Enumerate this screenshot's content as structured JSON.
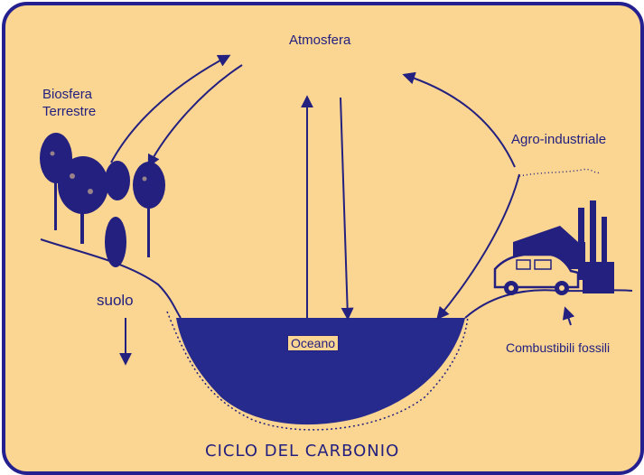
{
  "labels": {
    "atmosphere": "Atmosfera",
    "terrestrial_biosphere": "Biosfera\nTerrestre",
    "agro_industrial": "Agro-industriale",
    "soil": "suolo",
    "ocean": "Oceano",
    "fossil_fuels": "Combustibili fossili"
  },
  "title": "CICLO DEL CARBONIO",
  "colors": {
    "background": "#fbd592",
    "ink": "#23207f",
    "frame_border": "#24208f",
    "ocean": "#252a8c"
  }
}
